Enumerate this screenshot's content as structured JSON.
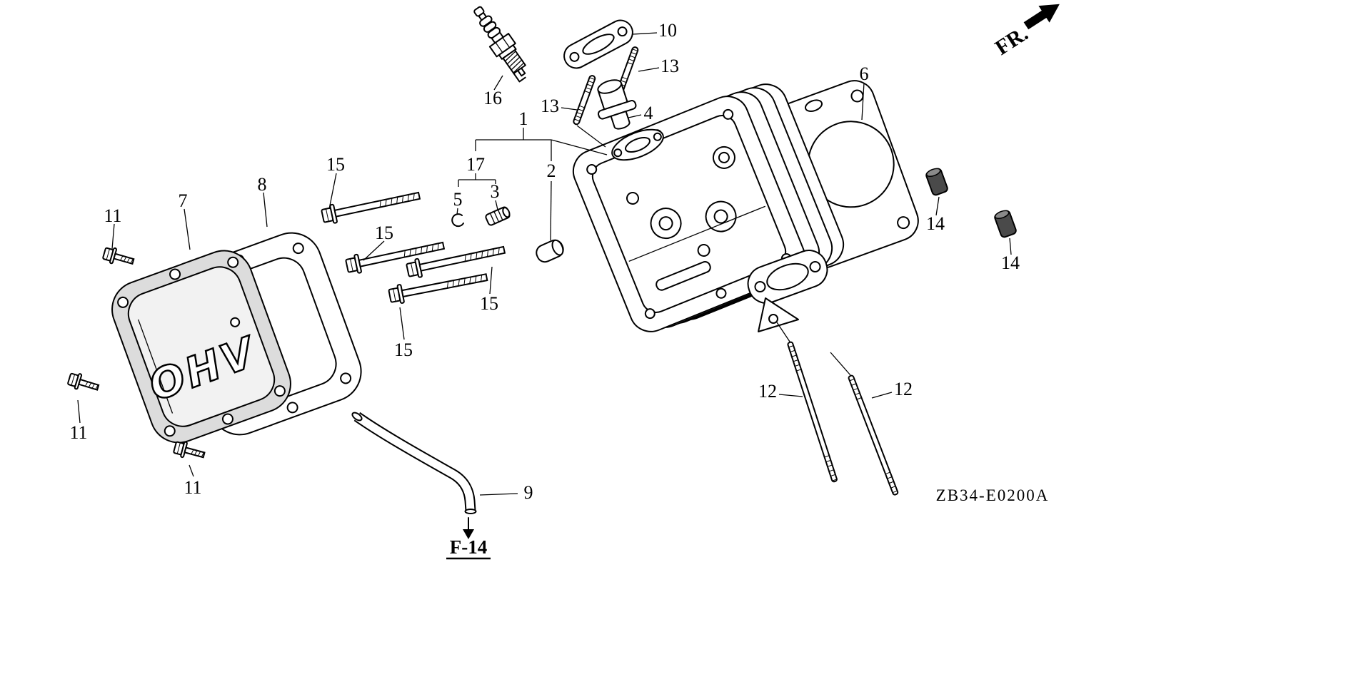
{
  "page": {
    "drawing_code": "ZB34-E0200A",
    "front_indicator": "FR.",
    "cross_reference": "F-14",
    "valve_cover_emboss": "OHV"
  },
  "callouts": [
    "1",
    "2",
    "3",
    "4",
    "5",
    "6",
    "7",
    "8",
    "9",
    "10",
    "11",
    "11",
    "11",
    "12",
    "12",
    "13",
    "13",
    "14",
    "14",
    "15",
    "15",
    "15",
    "15",
    "16",
    "17"
  ]
}
